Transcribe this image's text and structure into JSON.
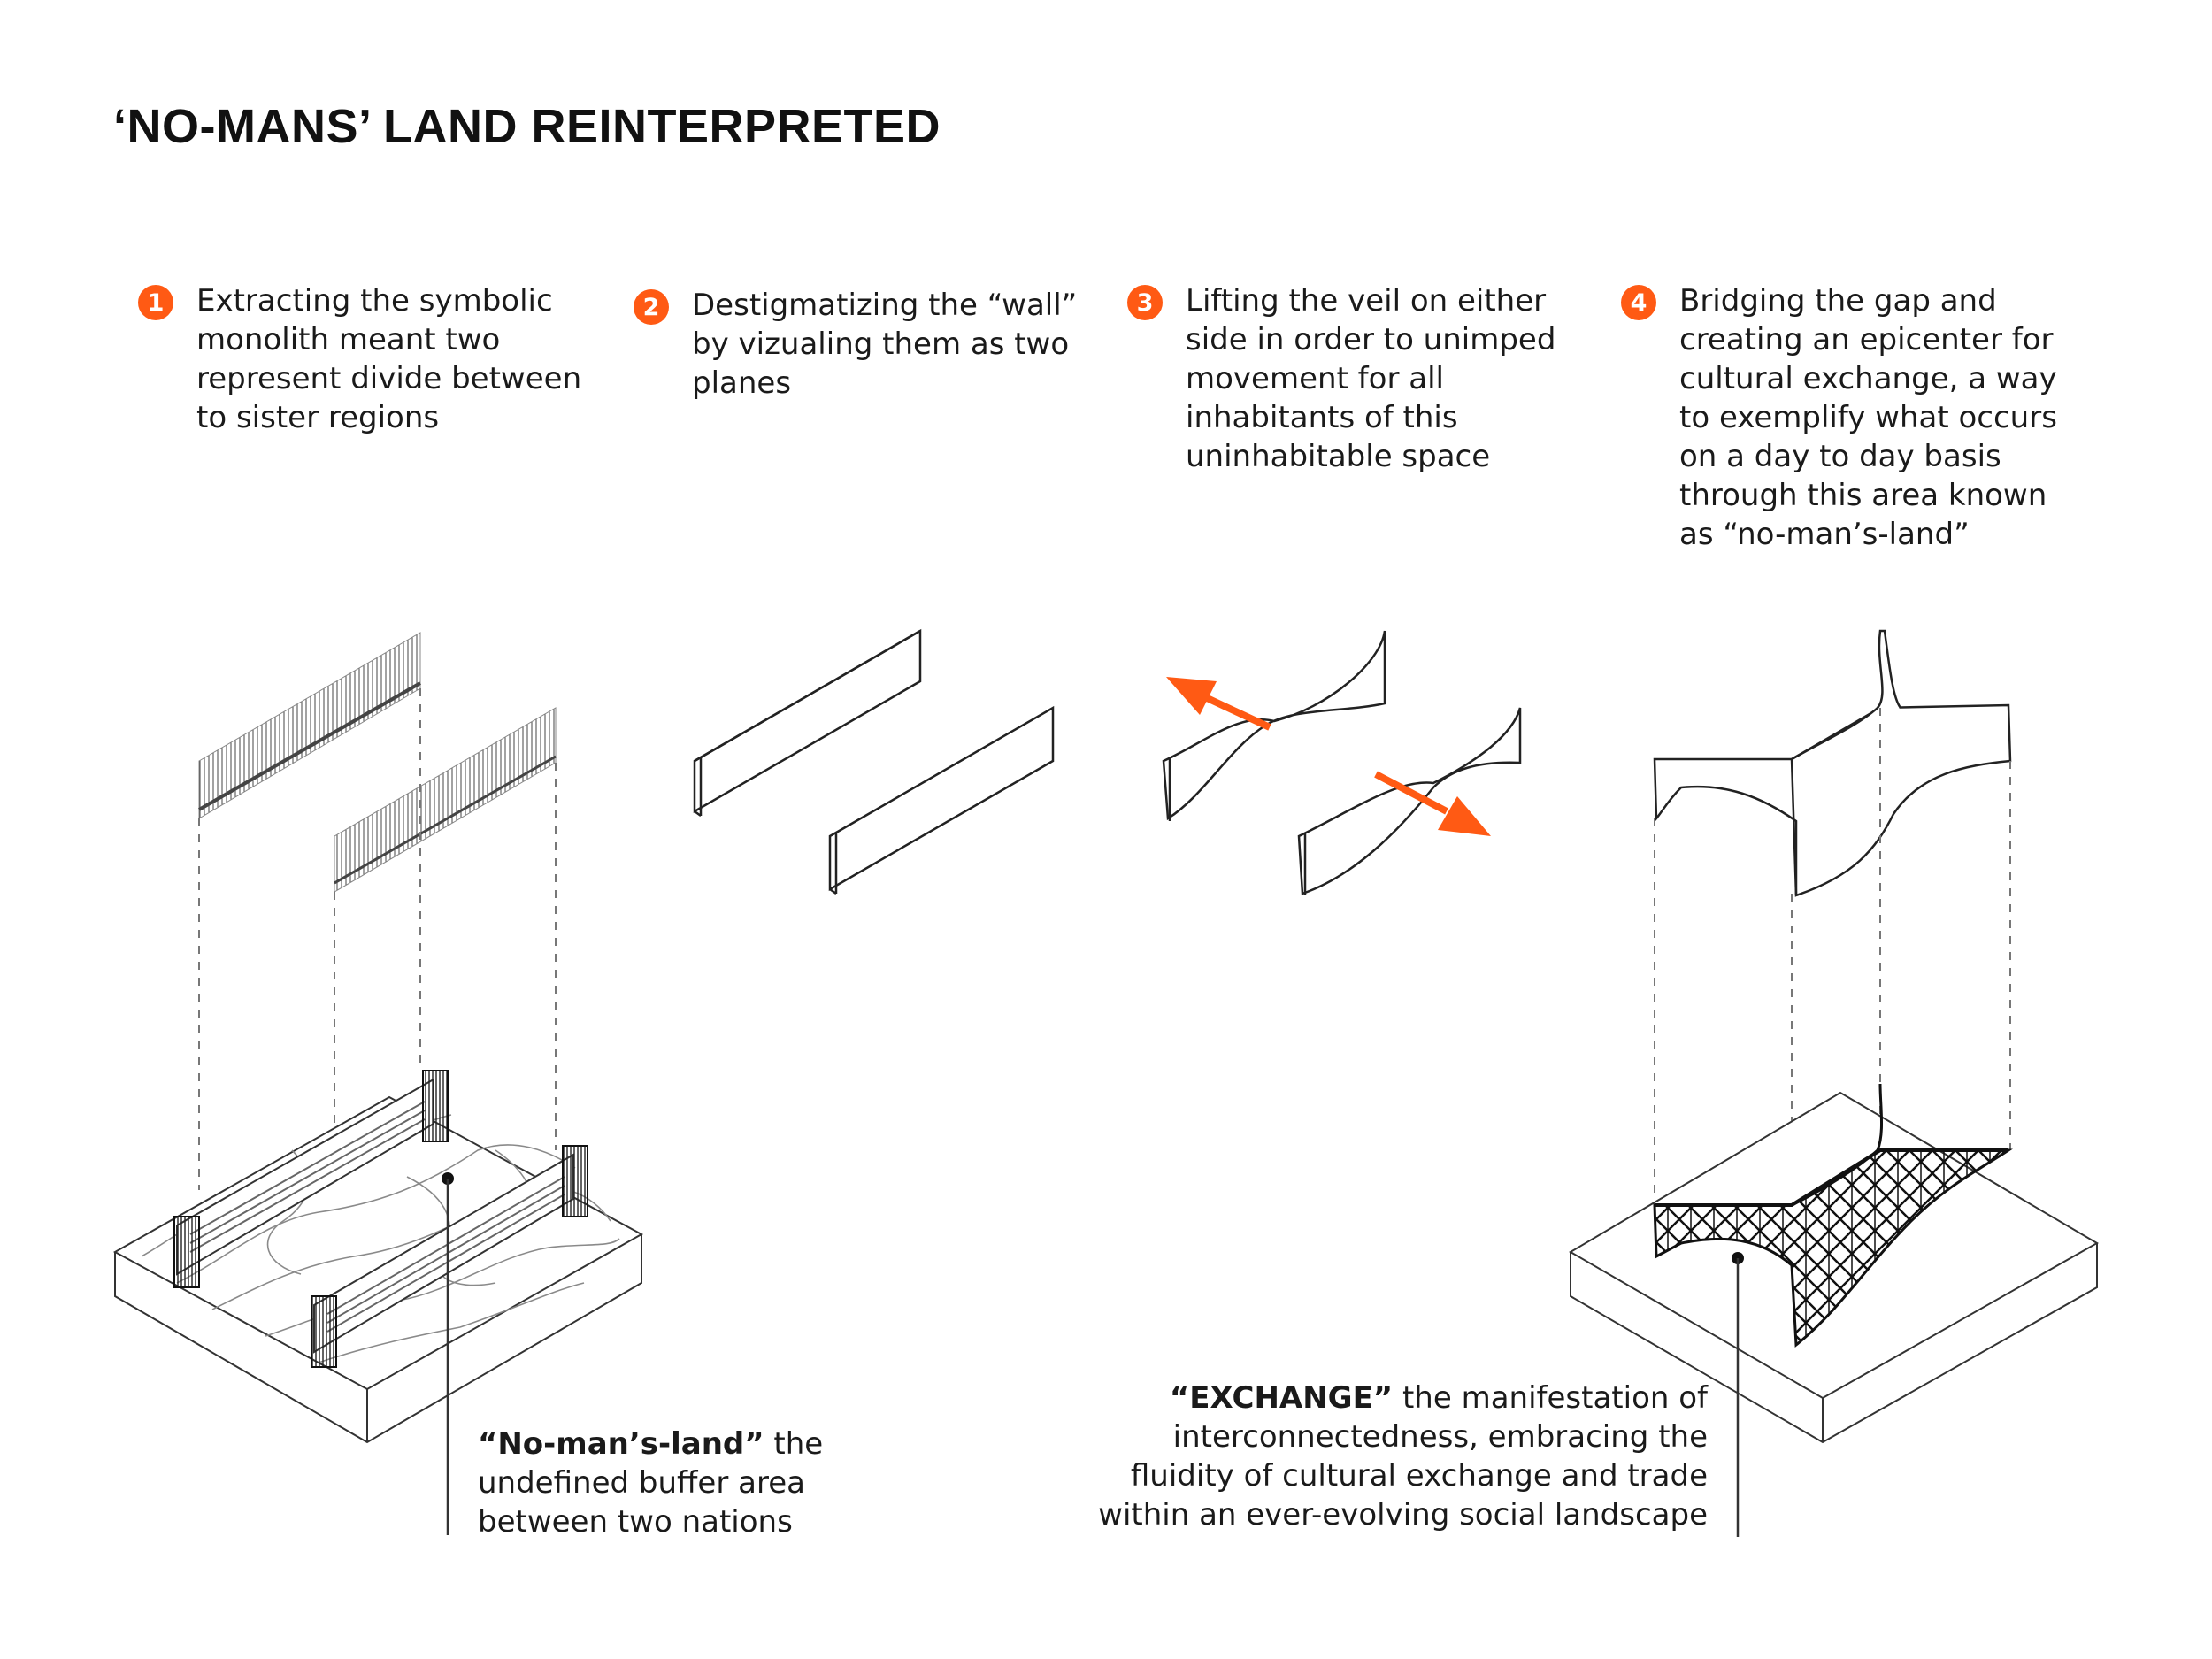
{
  "title": "‘NO-MANS’ LAND REINTERPRETED",
  "accent_color": "#ff5a14",
  "steps": [
    {
      "number": "1",
      "text": "Extracting the symbolic\nmonolith meant two\nrepresent divide between\nto sister regions"
    },
    {
      "number": "2",
      "text": "Destigmatizing the “wall”\nby vizualing them as two\nplanes"
    },
    {
      "number": "3",
      "text": "Lifting the veil on either\nside in order to unimped\nmovement for all\ninhabitants of this\nuninhabitable space"
    },
    {
      "number": "4",
      "text": "Bridging the gap and\ncreating an epicenter for\ncultural exchange, a way\nto exemplify what occurs\non a day to day basis\nthrough this area known\nas “no-man’s-land”"
    }
  ],
  "annotations": {
    "no_mans_land": {
      "term": "“No-man’s-land”",
      "text": " the\nundefined buffer area\nbetween two nations"
    },
    "exchange": {
      "term": "“EXCHANGE”",
      "text": " the manifestation of\ninterconnectedness, embracing the\nfluidity of cultural exchange and trade\nwithin an ever-evolving social landscape"
    }
  }
}
